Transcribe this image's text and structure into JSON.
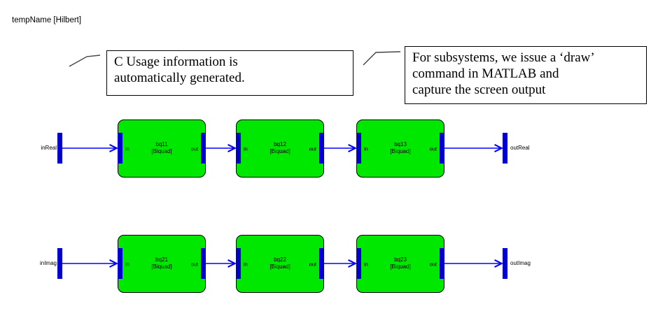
{
  "title": "tempName [Hilbert]",
  "callouts": [
    {
      "lines": [
        "C Usage information is",
        "automatically generated."
      ]
    },
    {
      "lines": [
        "For subsystems, we issue a ‘draw’",
        "command in MATLAB and",
        "capture the screen output"
      ]
    }
  ],
  "diagram": {
    "rows": [
      {
        "input_label": "inReal",
        "output_label": "outReal",
        "blocks": [
          {
            "name": "bq11",
            "type": "[Biquad]",
            "in_port": "in",
            "out_port": "out"
          },
          {
            "name": "bq12",
            "type": "[Biquad]",
            "in_port": "in",
            "out_port": "out"
          },
          {
            "name": "bq13",
            "type": "[Biquad]",
            "in_port": "in",
            "out_port": "out"
          }
        ]
      },
      {
        "input_label": "inImag",
        "output_label": "outImag",
        "blocks": [
          {
            "name": "bq21",
            "type": "[Biquad]",
            "in_port": "in",
            "out_port": "out"
          },
          {
            "name": "bq22",
            "type": "[Biquad]",
            "in_port": "in",
            "out_port": "out"
          },
          {
            "name": "bq23",
            "type": "[Biquad]",
            "in_port": "in",
            "out_port": "out"
          }
        ]
      }
    ]
  },
  "colors": {
    "block_fill": "#00e800",
    "port_bar": "#0000cc",
    "signal_line": "#0000ff",
    "callout_leader": "#444444"
  }
}
